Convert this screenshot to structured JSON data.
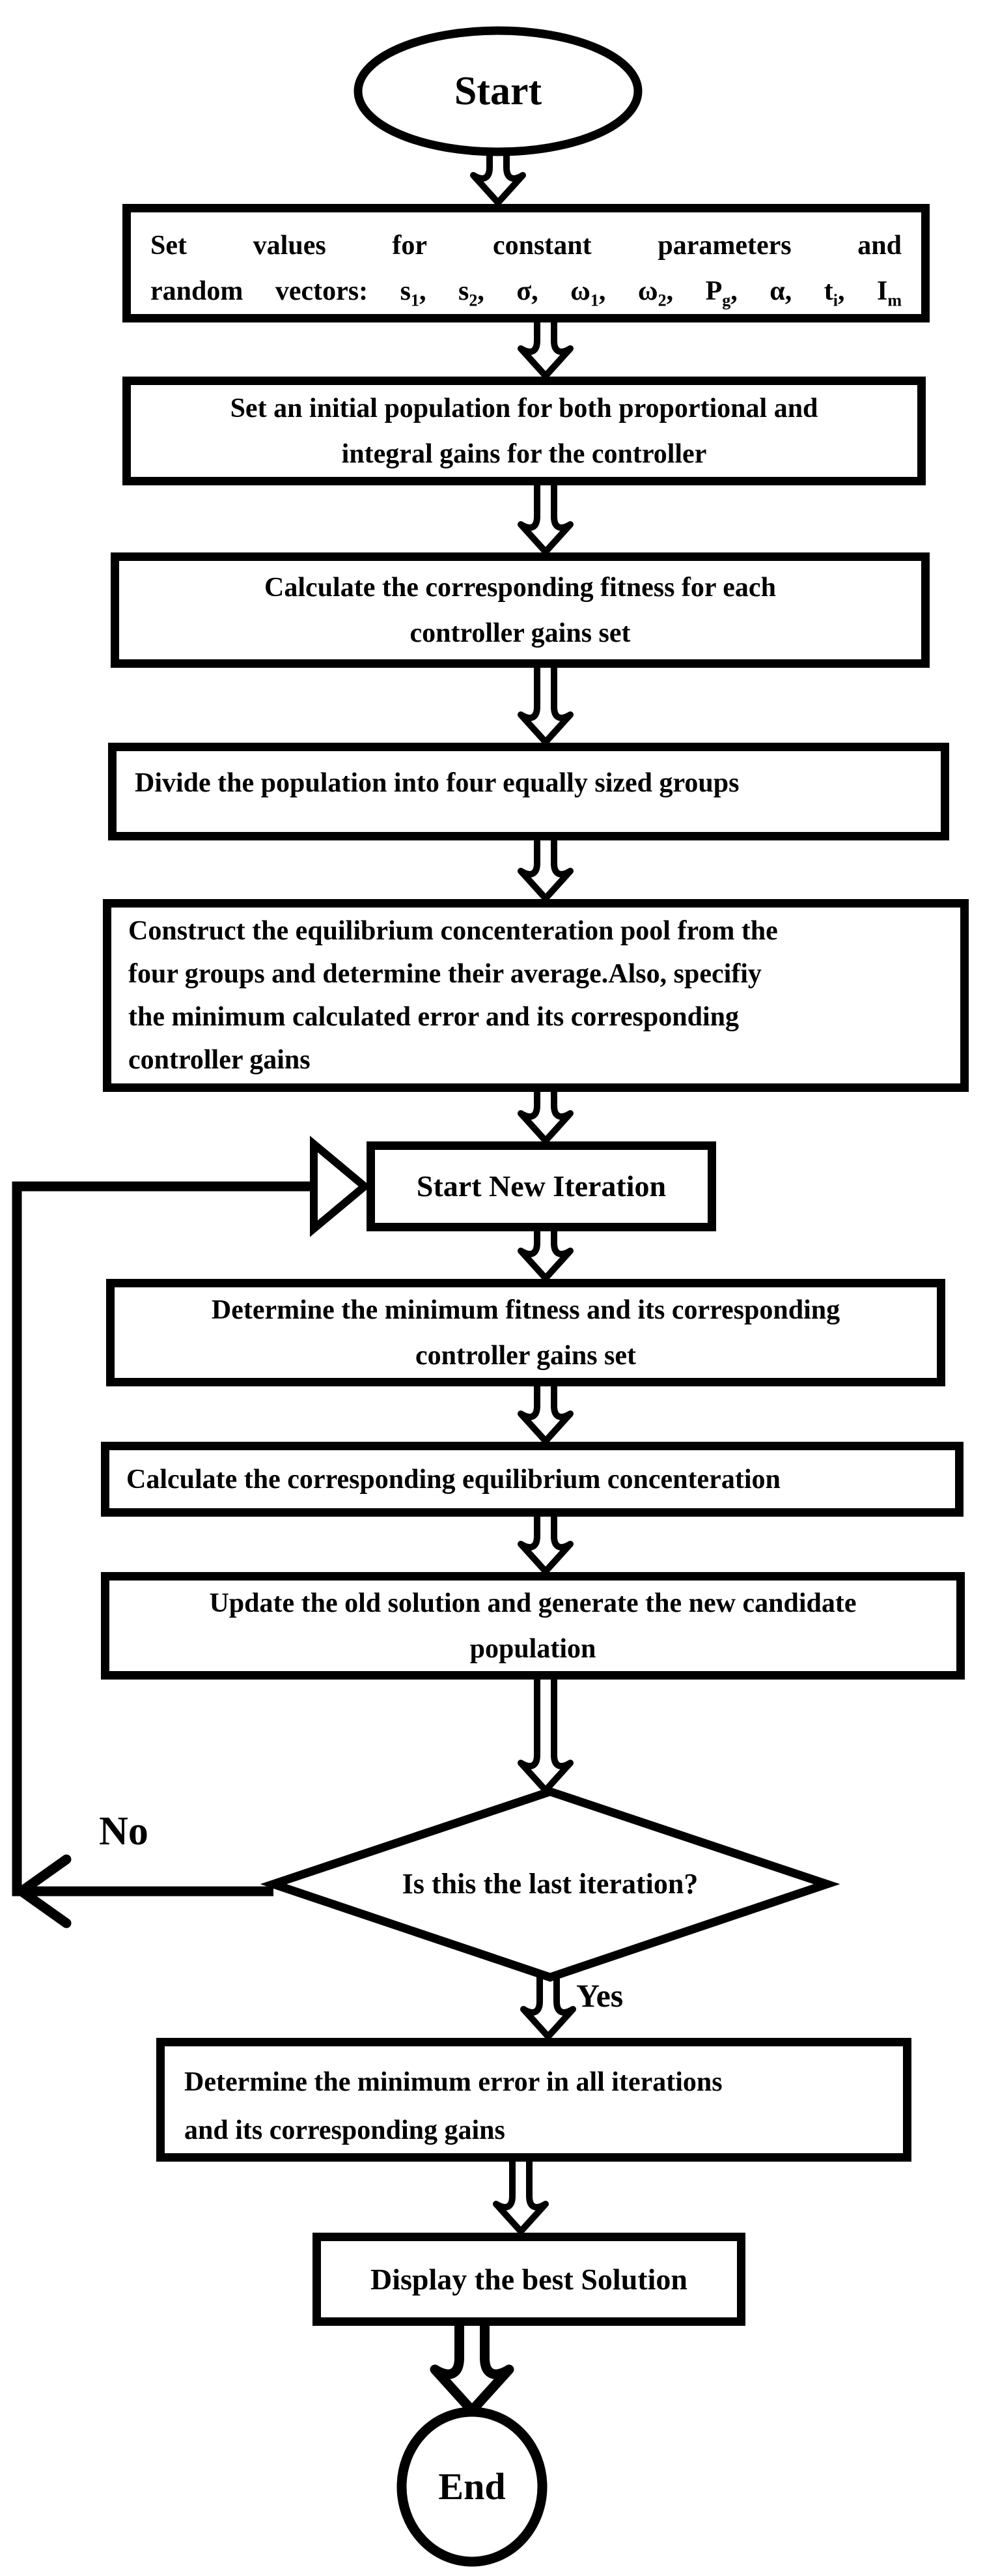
{
  "colors": {
    "ink": "#000000",
    "background": "#ffffff"
  },
  "nodes": {
    "start": {
      "label": "Start"
    },
    "set_parameters": {
      "line1": "Set values for constant parameters and",
      "line2_segments": [
        {
          "t": "random vectors: s"
        },
        {
          "t": "1",
          "sub": true
        },
        {
          "t": ", s"
        },
        {
          "t": "2",
          "sub": true
        },
        {
          "t": ", σ, ω"
        },
        {
          "t": "1",
          "sub": true
        },
        {
          "t": ", ω"
        },
        {
          "t": "2",
          "sub": true
        },
        {
          "t": ", P"
        },
        {
          "t": "g",
          "sub": true
        },
        {
          "t": ", α, t"
        },
        {
          "t": "i",
          "sub": true
        },
        {
          "t": ", I"
        },
        {
          "t": "m",
          "sub": true
        }
      ]
    },
    "initial_population": {
      "lines": [
        "Set an initial population for both proportional and",
        "integral gains for the controller"
      ]
    },
    "calculate_fitness": {
      "lines": [
        "Calculate the corresponding fitness for each",
        "controller gains set"
      ]
    },
    "divide_population": {
      "text": "Divide the population into four equally sized groups"
    },
    "construct_pool": {
      "lines": [
        "Construct the equilibrium concenteration pool from the",
        "four groups and determine their average.Also, specifiy",
        "the minimum calculated error and its corresponding",
        "controller gains"
      ]
    },
    "start_new_iteration": {
      "text": "Start New Iteration"
    },
    "minimum_fitness": {
      "lines": [
        "Determine the minimum fitness and its corresponding",
        "controller gains set"
      ]
    },
    "calculate_equilibrium": {
      "text": "Calculate the corresponding equilibrium concenteration"
    },
    "update_solution": {
      "lines": [
        "Update the old solution and generate the new candidate",
        "population"
      ]
    },
    "decision_last_iteration": {
      "text": "Is this the last iteration?"
    },
    "minimum_error": {
      "lines": [
        "Determine the minimum error in all iterations",
        "and its corresponding gains"
      ]
    },
    "display_best": {
      "text": "Display the best Solution"
    },
    "end": {
      "label": "End"
    }
  },
  "edges": {
    "no_label": "No",
    "yes_label": "Yes"
  }
}
